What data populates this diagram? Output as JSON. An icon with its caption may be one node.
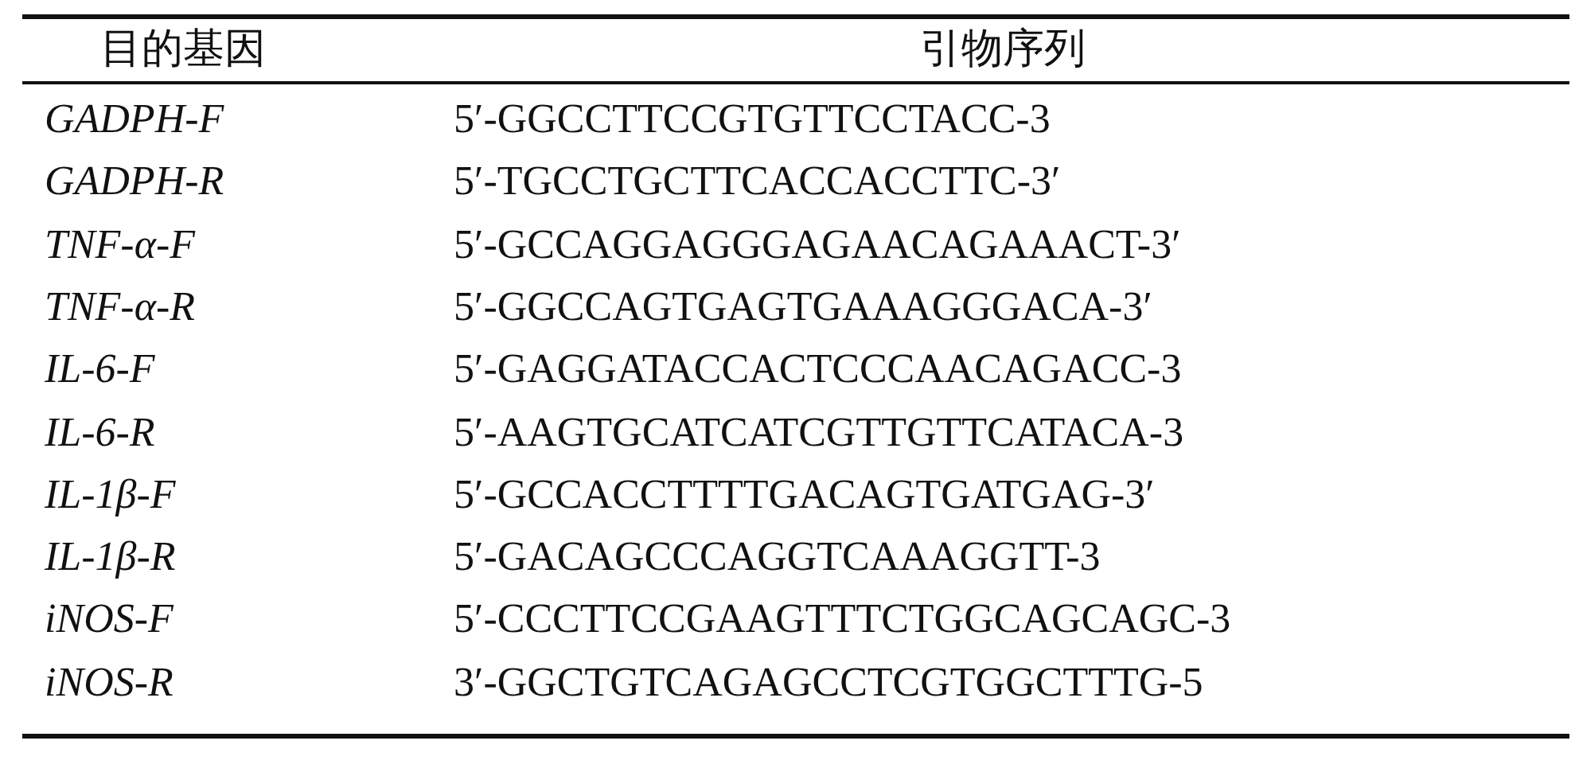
{
  "diagram": {
    "labels": [
      "目的基因",
      "引物序列",
      "GADPH-F",
      "5′-GGCCTTCCGTGTTCCTACC-3",
      "GADPH-R",
      "5′-TGCCTGCTTCACCACCTTC-3′",
      "TNF-α-F",
      "5′-GCCAGGAGGGAGAACAGAAACT-3′",
      "TNF-α-R",
      "5′-GGCCAGTGAGTGAAAGGGACA-3′",
      "IL-6-F",
      "5′-GAGGATACCACTCCCAACAGACC-3",
      "IL-6-R",
      "5′-AAGTGCATCATCGTTGTTCATACA-3",
      "IL-1β-F",
      "5′-GCCACCTTTTGACAGTGATGAG-3′",
      "IL-1β-R",
      "5′-GACAGCCCAGGTCAAAGGTT-3",
      "iNOS-F",
      "5′-CCCTTCCGAAGTTTCTGGCAGCAGC-3",
      "iNOS-R",
      "3′-GGCTGTCAGAGCCTCGTGGCTTTG-5"
    ]
  }
}
